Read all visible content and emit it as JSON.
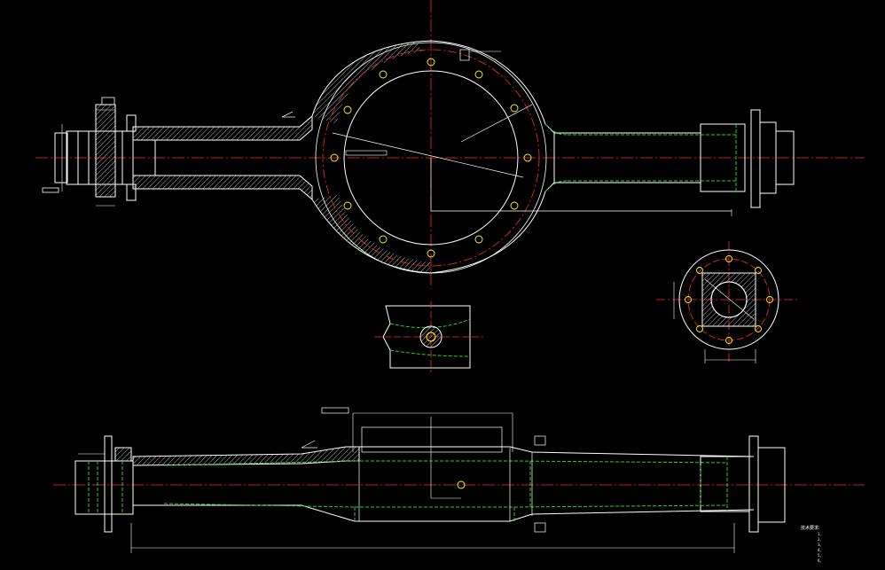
{
  "drawing": {
    "title": "",
    "notes_title": "技术要求:",
    "notes": [
      "1、",
      "2、",
      "3、",
      "4、",
      "5、",
      "6、"
    ]
  },
  "colors": {
    "background": "#000000",
    "outline": "#ffffff",
    "centerline": "#ff2a2a",
    "hidden": "#22d422",
    "hatch": "#d8d8d8",
    "bolt": "#ffff00",
    "dimension": "#ffffff"
  },
  "views": [
    {
      "name": "front-view"
    },
    {
      "name": "bottom-view"
    },
    {
      "name": "section-view"
    },
    {
      "name": "detail-view"
    }
  ]
}
